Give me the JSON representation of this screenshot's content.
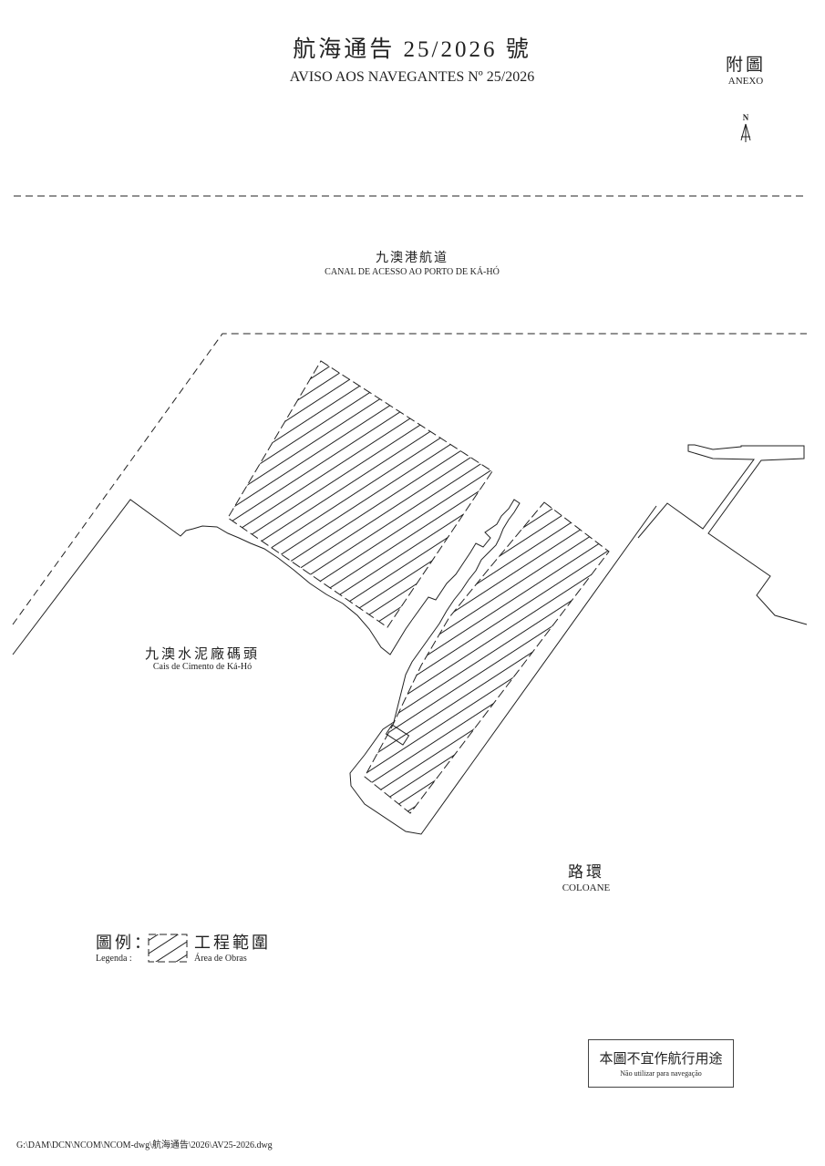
{
  "header": {
    "title_zh": "航海通告 25/2026 號",
    "title_pt": "AVISO AOS NAVEGANTES Nº 25/2026",
    "annex_zh": "附圖",
    "annex_pt": "ANEXO",
    "north_label": "N"
  },
  "map": {
    "channel_zh": "九澳港航道",
    "channel_pt": "CANAL DE ACESSO AO PORTO DE KÁ-HÓ",
    "pier_zh": "九澳水泥廠碼頭",
    "pier_pt": "Cais de Cimento de Ká-Hó",
    "island_zh": "路環",
    "island_pt": "COLOANE"
  },
  "legend": {
    "title_zh": "圖例：",
    "title_pt": "Legenda :",
    "item_zh": "工程範圍",
    "item_pt": "Área de Obras"
  },
  "notice": {
    "zh": "本圖不宜作航行用途",
    "pt": "Não utilizar para navegação"
  },
  "footer": {
    "file_path": "G:\\DAM\\DCN\\NCOM\\NCOM-dwg\\航海通告\\2026\\AV25-2026.dwg"
  },
  "colors": {
    "ink": "#222222",
    "paper": "#ffffff"
  }
}
